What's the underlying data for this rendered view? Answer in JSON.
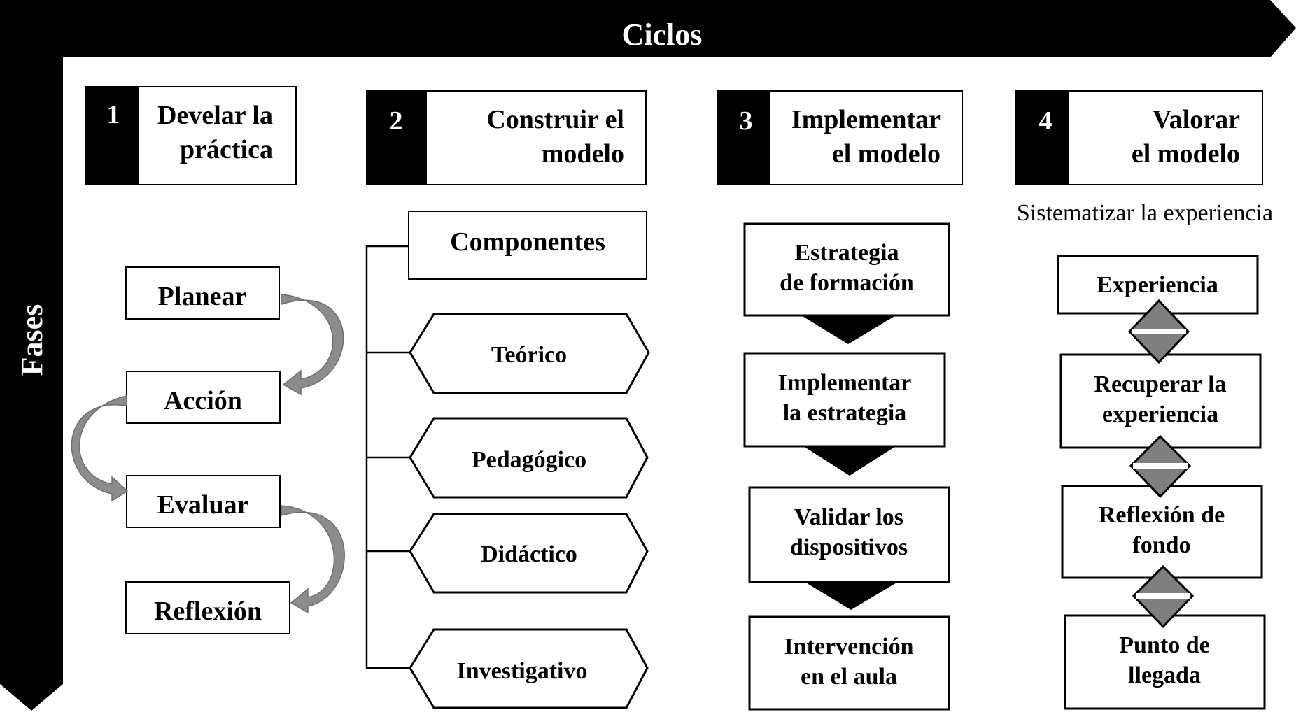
{
  "top_axis": {
    "label": "Ciclos"
  },
  "side_axis": {
    "label": "Fases"
  },
  "phases": [
    {
      "number": "1",
      "title_lines": [
        "Develar la",
        "práctica"
      ]
    },
    {
      "number": "2",
      "title_lines": [
        "Construir el",
        "modelo"
      ]
    },
    {
      "number": "3",
      "title_lines": [
        "Implementar",
        "el modelo"
      ]
    },
    {
      "number": "4",
      "title_lines": [
        "Valorar",
        "el modelo"
      ]
    }
  ],
  "phase1": {
    "steps": [
      "Planear",
      "Acción",
      "Evaluar",
      "Reflexión"
    ]
  },
  "phase2": {
    "header": "Componentes",
    "components": [
      "Teórico",
      "Pedagógico",
      "Didáctico",
      "Investigativo"
    ]
  },
  "phase3": {
    "steps": [
      [
        "Estrategia",
        "de formación"
      ],
      [
        "Implementar",
        "la estrategia"
      ],
      [
        "Validar los",
        "dispositivos"
      ],
      [
        "Intervención",
        "en el aula"
      ]
    ]
  },
  "phase4": {
    "subtitle": "Sistematizar la experiencia",
    "steps": [
      [
        "Experiencia"
      ],
      [
        "Recuperar la",
        "experiencia"
      ],
      [
        "Reflexión de",
        "fondo"
      ],
      [
        "Punto de",
        "llegada"
      ]
    ]
  },
  "colors": {
    "frame": "#000000",
    "curved_arrow": "#8c8c8c",
    "double_arrow": "#7f7f7f"
  }
}
